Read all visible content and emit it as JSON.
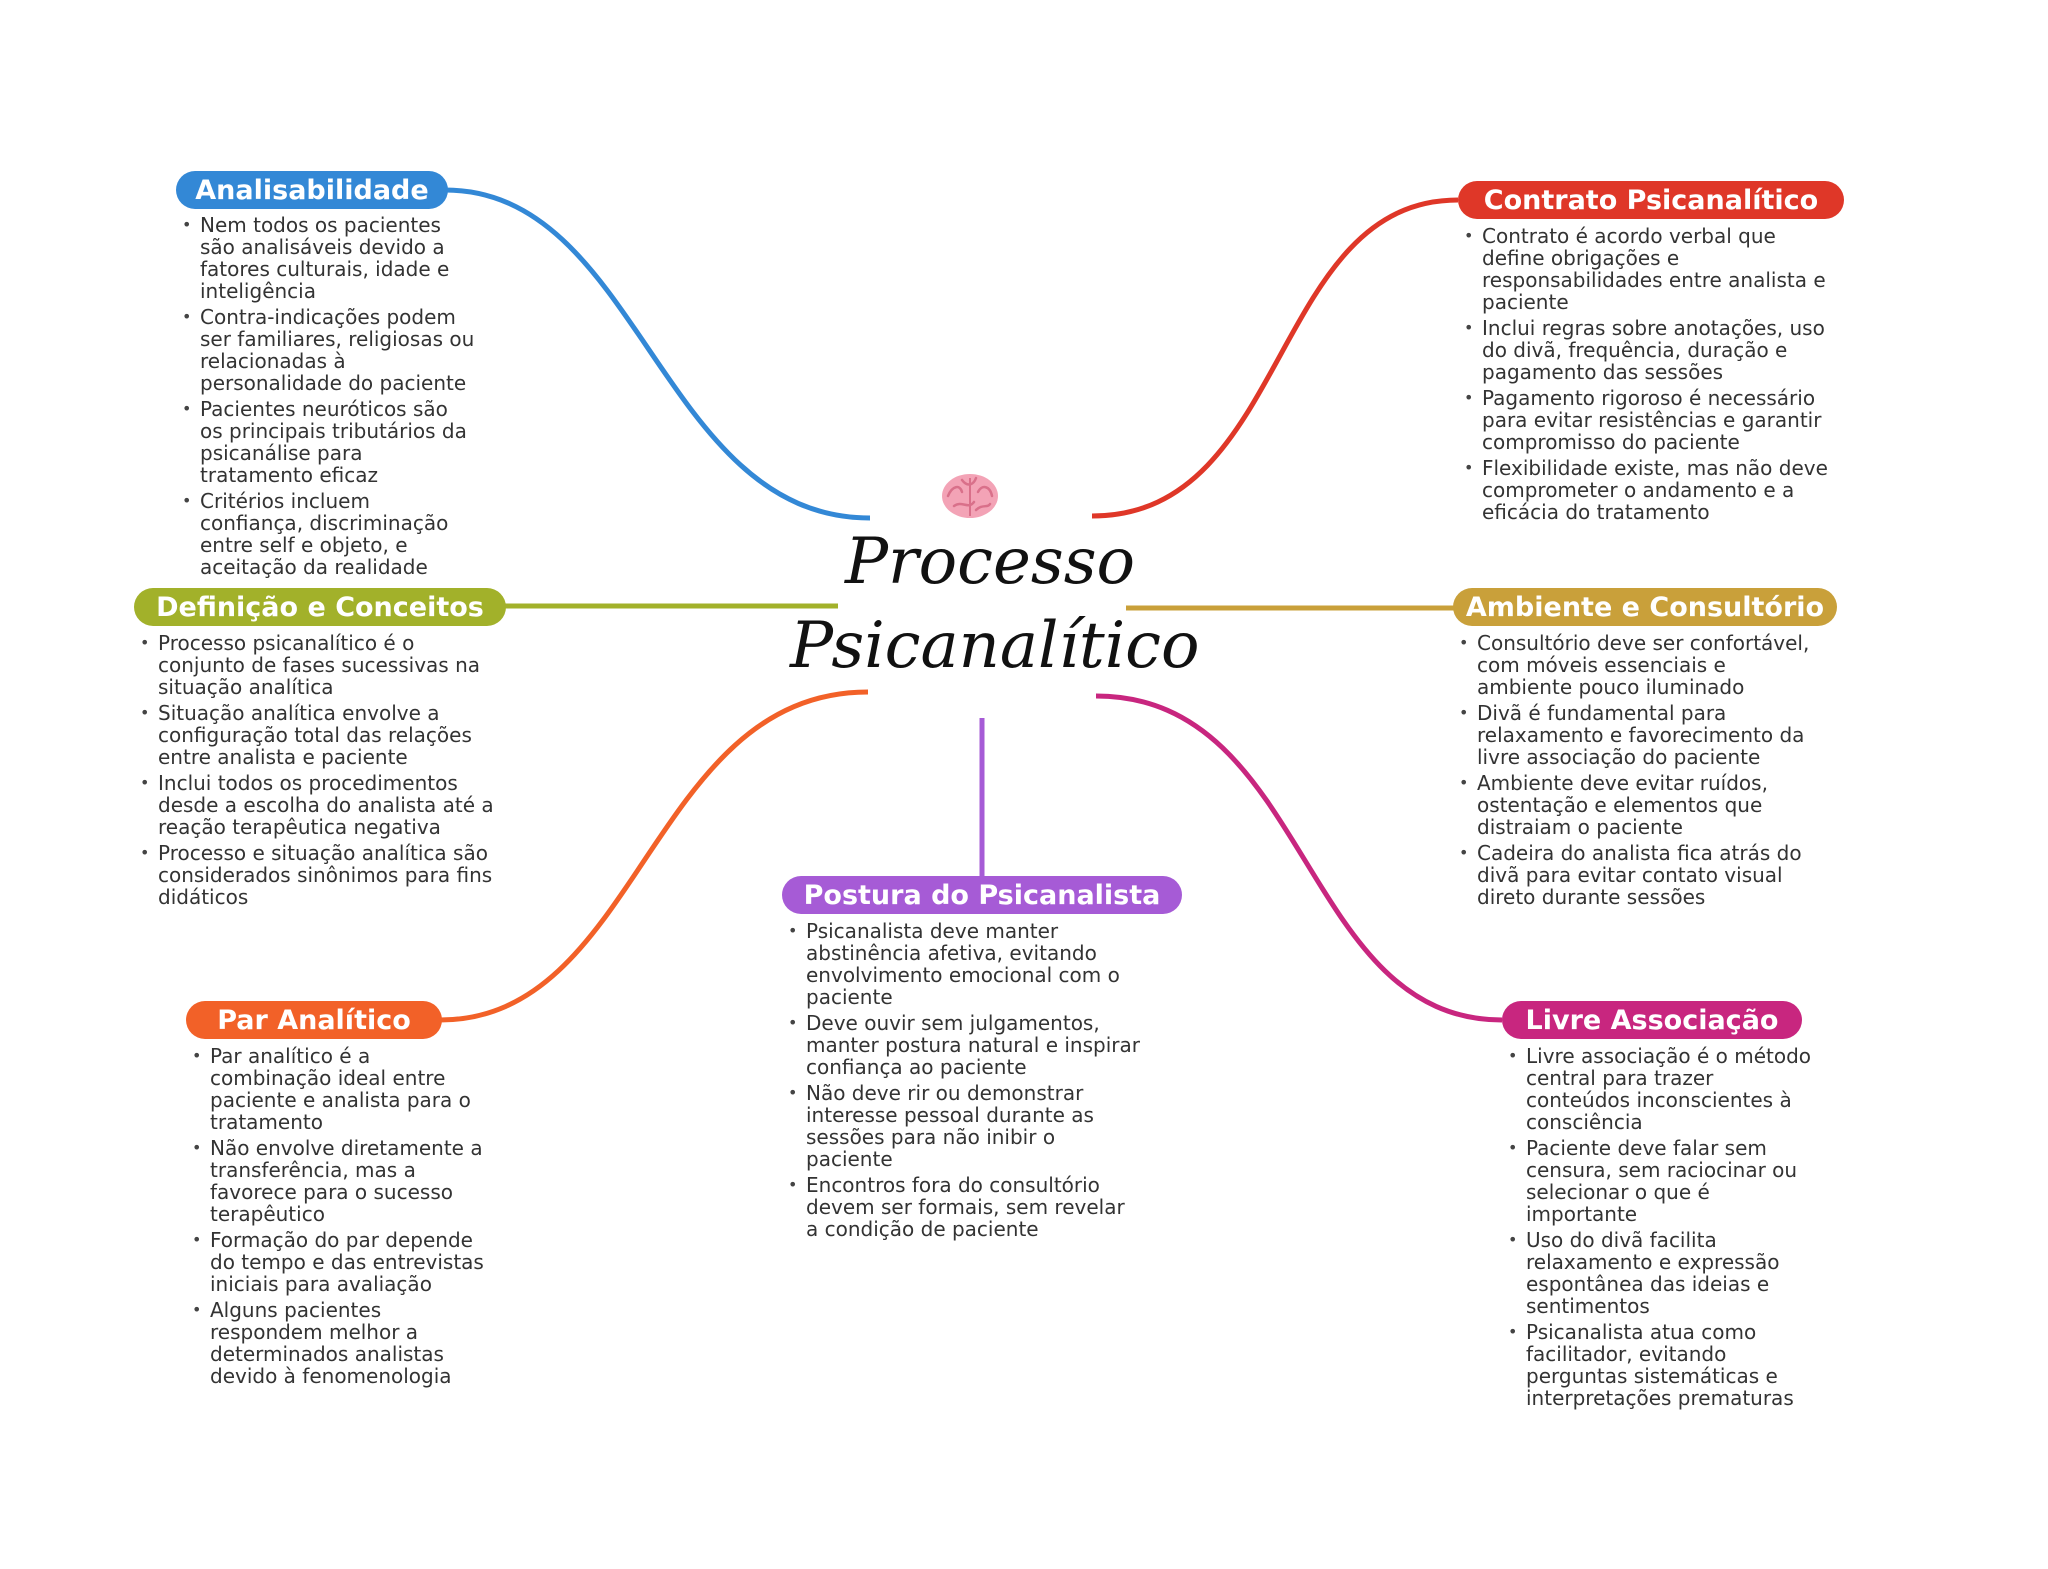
{
  "center": {
    "title_line1": "Processo",
    "title_line2": "Psicanalítico",
    "icon": "brain-icon"
  },
  "colors": {
    "analisabilidade": "#3388d6",
    "definicao": "#a2b12a",
    "par": "#f26128",
    "postura": "#a65bd6",
    "contrato": "#df3728",
    "ambiente": "#c9a03a",
    "livre": "#c8267f"
  },
  "branches": {
    "analisabilidade": {
      "title": "Analisabilidade",
      "items": [
        "Nem todos os pacientes são analisáveis devido a fatores culturais, idade e inteligência",
        "Contra-indicações podem ser familiares, religiosas ou relacionadas à personalidade do paciente",
        "Pacientes neuróticos são os principais tributários da psicanálise para tratamento eficaz",
        "Critérios incluem confiança, discriminação entre self e objeto, e aceitação da realidade"
      ]
    },
    "definicao": {
      "title": "Definição e Conceitos",
      "items": [
        "Processo psicanalítico é o conjunto de fases sucessivas na situação analítica",
        "Situação analítica envolve a configuração total das relações entre analista e paciente",
        "Inclui todos os procedimentos desde a escolha do analista até a reação terapêutica negativa",
        "Processo e situação analítica são considerados sinônimos para fins didáticos"
      ]
    },
    "par": {
      "title": "Par Analítico",
      "items": [
        "Par analítico é a combinação ideal entre paciente e analista para o tratamento",
        "Não envolve diretamente a transferência, mas a favorece para o sucesso terapêutico",
        "Formação do par depende do tempo e das entrevistas iniciais para avaliação",
        "Alguns pacientes respondem melhor a determinados analistas devido à fenomenologia"
      ]
    },
    "postura": {
      "title": "Postura do Psicanalista",
      "items": [
        "Psicanalista deve manter abstinência afetiva, evitando envolvimento emocional com o paciente",
        "Deve ouvir sem julgamentos, manter postura natural e inspirar confiança ao paciente",
        "Não deve rir ou demonstrar interesse pessoal durante as sessões para não inibir o paciente",
        "Encontros fora do consultório devem ser formais, sem revelar a condição de paciente"
      ]
    },
    "contrato": {
      "title": "Contrato Psicanalítico",
      "items": [
        "Contrato é acordo verbal que define obrigações e responsabilidades entre analista e paciente",
        "Inclui regras sobre anotações, uso do divã, frequência, duração e pagamento das sessões",
        "Pagamento rigoroso é necessário para evitar resistências e garantir compromisso do paciente",
        "Flexibilidade existe, mas não deve comprometer o andamento e a eficácia do tratamento"
      ]
    },
    "ambiente": {
      "title": "Ambiente e Consultório",
      "items": [
        "Consultório deve ser confortável, com móveis essenciais e ambiente pouco iluminado",
        "Divã é fundamental para relaxamento e favorecimento da livre associação do paciente",
        "Ambiente deve evitar ruídos, ostentação e elementos que distraiam o paciente",
        "Cadeira do analista fica atrás do divã para evitar contato visual direto durante sessões"
      ]
    },
    "livre": {
      "title": "Livre Associação",
      "items": [
        "Livre associação é o método central para trazer conteúdos inconscientes à consciência",
        "Paciente deve falar sem censura, sem raciocinar ou selecionar o que é importante",
        "Uso do divã facilita relaxamento e expressão espontânea das ideias e sentimentos",
        "Psicanalista atua como facilitador, evitando perguntas sistemáticas e interpretações prematuras"
      ]
    }
  }
}
